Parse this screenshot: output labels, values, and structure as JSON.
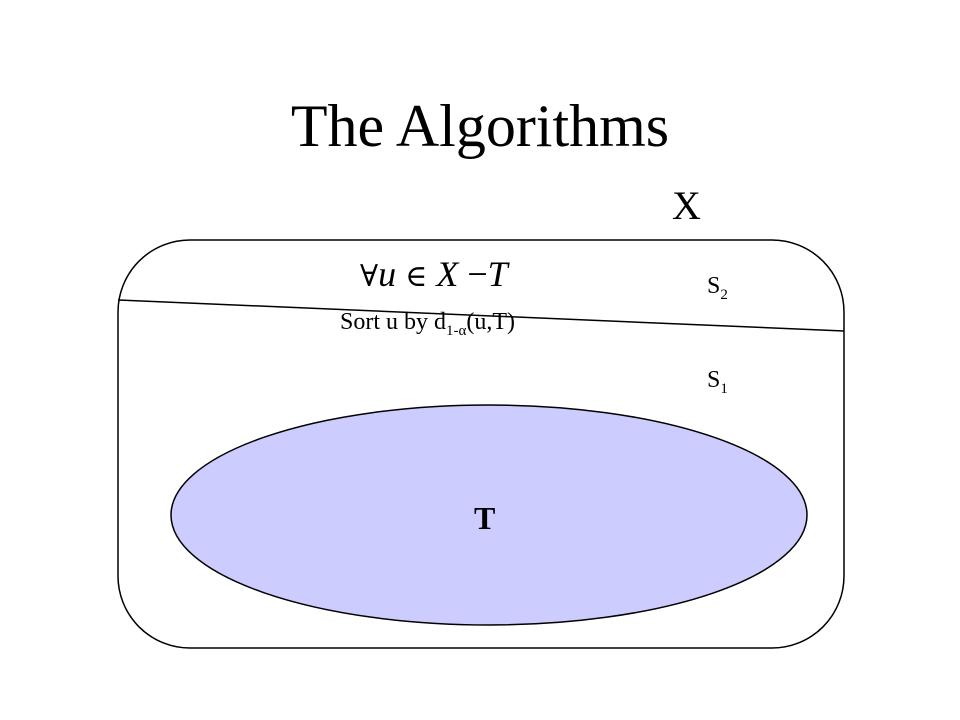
{
  "title": "The Algorithms",
  "set_label": "X",
  "subset_label": "T",
  "regions": {
    "upper": {
      "base": "S",
      "sub": "2"
    },
    "lower": {
      "base": "S",
      "sub": "1"
    }
  },
  "formula": {
    "forall": "∀",
    "var_u": "u",
    "element_of": "∈",
    "var_x": "X",
    "minus": "−",
    "var_t": "T"
  },
  "sort_text": {
    "prefix": "Sort u by d",
    "sub": "1-α",
    "suffix": "(u,T)"
  },
  "colors": {
    "ellipse_fill": "#ccccff",
    "stroke": "#000000",
    "background": "#ffffff"
  }
}
